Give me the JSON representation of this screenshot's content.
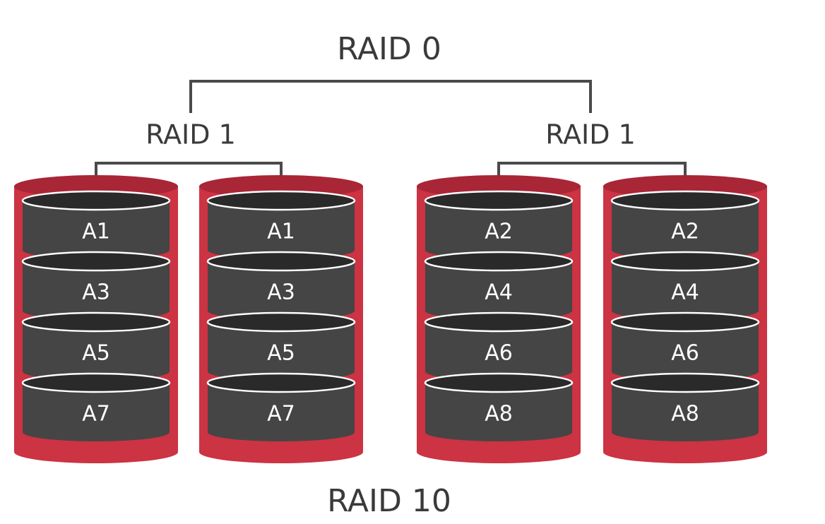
{
  "colors": {
    "disk_casing": "#cc3343",
    "disk_casing_dark": "#a82636",
    "platter": "#454545",
    "platter_top": "#2a2a2a",
    "platter_rim": "#ffffff",
    "connector": "#4a4a4a",
    "text_dark": "#3a3a3a",
    "text_light": "#ffffff"
  },
  "diagram": {
    "top_label": "RAID 0",
    "bottom_label": "RAID 10",
    "groups": [
      {
        "label": "RAID 1",
        "disks": [
          {
            "blocks": [
              "A1",
              "A3",
              "A5",
              "A7"
            ]
          },
          {
            "blocks": [
              "A1",
              "A3",
              "A5",
              "A7"
            ]
          }
        ]
      },
      {
        "label": "RAID 1",
        "disks": [
          {
            "blocks": [
              "A2",
              "A4",
              "A6",
              "A8"
            ]
          },
          {
            "blocks": [
              "A2",
              "A4",
              "A6",
              "A8"
            ]
          }
        ]
      }
    ]
  }
}
